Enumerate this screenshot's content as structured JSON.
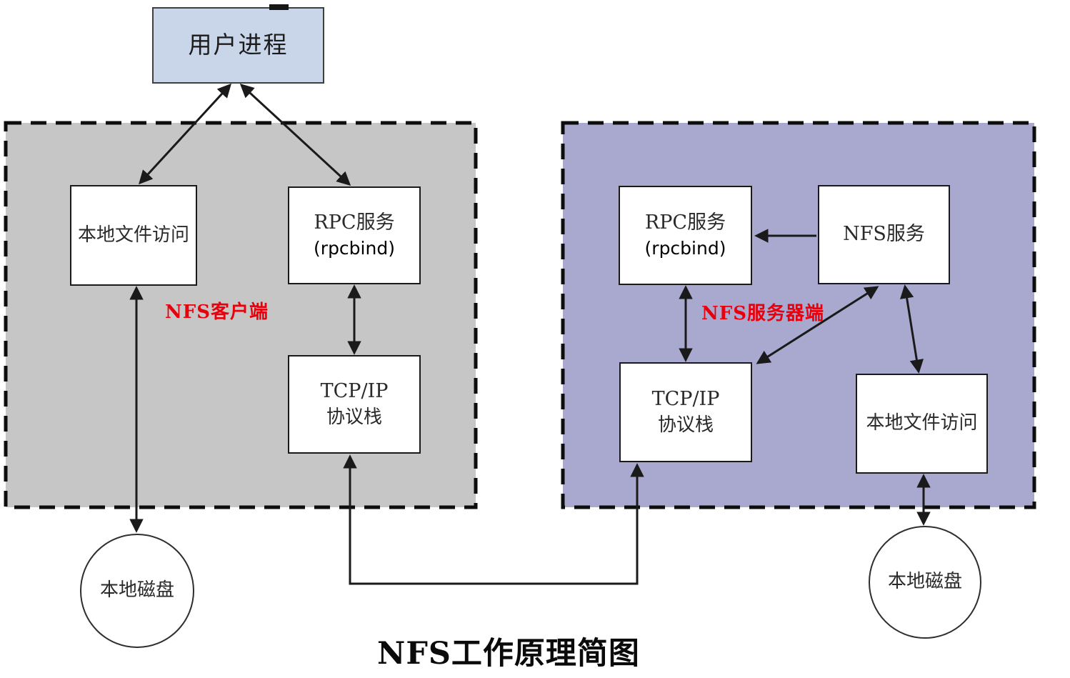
{
  "title": "NFS工作原理简图",
  "regions": {
    "client": {
      "label": "NFS客户端",
      "fill": "#c6c6c6"
    },
    "server": {
      "label": "NFS服务器端",
      "fill": "#a9a9d0"
    }
  },
  "nodes": {
    "user_process": "用户进程",
    "client_local_file": "本地文件访问",
    "client_rpc": {
      "line1": "RPC服务",
      "line2": "(rpcbind)"
    },
    "client_tcpip": {
      "line1": "TCP/IP",
      "line2": "协议栈"
    },
    "client_disk": "本地磁盘",
    "server_rpc": {
      "line1": "RPC服务",
      "line2": "(rpcbind)"
    },
    "server_nfs": "NFS服务",
    "server_tcpip": {
      "line1": "TCP/IP",
      "line2": "协议栈"
    },
    "server_local_file": "本地文件访问",
    "server_disk": "本地磁盘"
  },
  "colors": {
    "client_region_fill": "#c6c6c6",
    "server_region_fill": "#a9a9d0",
    "user_process_fill": "#c9d5e8",
    "node_fill": "#ffffff",
    "region_label_red": "#e8000d",
    "line_black": "#1a1a1a"
  },
  "edges": [
    {
      "from": "用户进程",
      "to": "本地文件访问(客户端)",
      "direction": "both"
    },
    {
      "from": "用户进程",
      "to": "RPC服务(客户端)",
      "direction": "both"
    },
    {
      "from": "RPC服务(客户端)",
      "to": "TCP/IP协议栈(客户端)",
      "direction": "both"
    },
    {
      "from": "本地文件访问(客户端)",
      "to": "本地磁盘(客户端)",
      "direction": "both"
    },
    {
      "from": "TCP/IP协议栈(客户端)",
      "to": "TCP/IP协议栈(服务器端)",
      "direction": "both",
      "route": "U型底部连线"
    },
    {
      "from": "NFS服务",
      "to": "RPC服务(服务器端)",
      "direction": "one-way"
    },
    {
      "from": "RPC服务(服务器端)",
      "to": "TCP/IP协议栈(服务器端)",
      "direction": "both"
    },
    {
      "from": "NFS服务",
      "to": "TCP/IP协议栈(服务器端)",
      "direction": "both"
    },
    {
      "from": "NFS服务",
      "to": "本地文件访问(服务器端)",
      "direction": "both"
    },
    {
      "from": "本地文件访问(服务器端)",
      "to": "本地磁盘(服务器端)",
      "direction": "both"
    }
  ]
}
